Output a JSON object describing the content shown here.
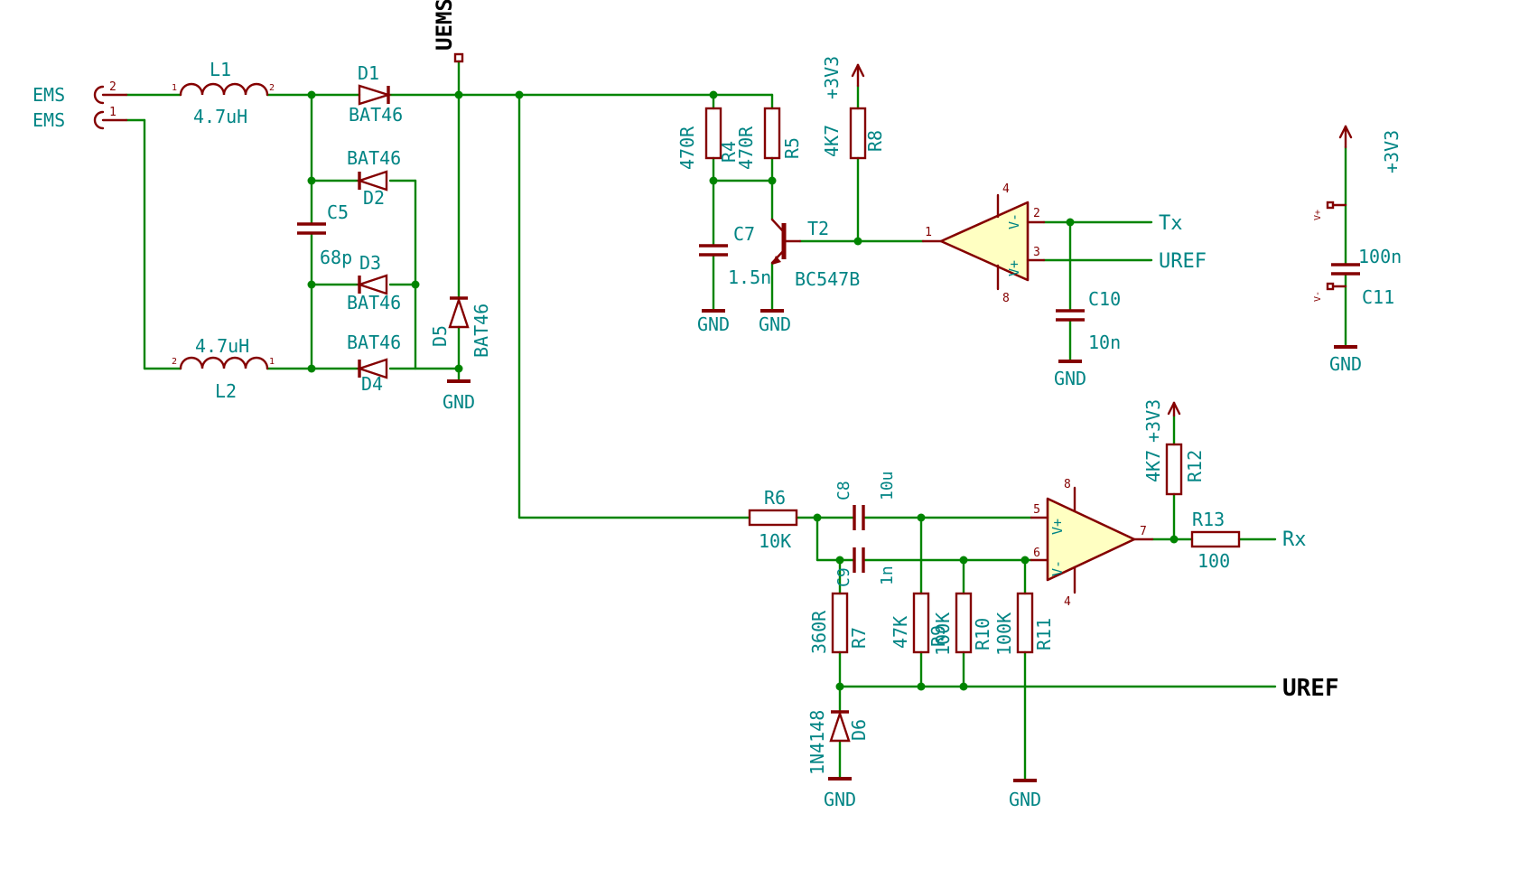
{
  "labels": {
    "uems": "UEMS",
    "uref": "UREF",
    "tx": "Tx",
    "rx": "Rx",
    "ems": "EMS",
    "rail": "+3V3",
    "gnd": "GND",
    "vplus": "V+",
    "vminus": "V-"
  },
  "connector": {
    "pin_upper": "2",
    "pin_lower": "1"
  },
  "opamp1": {
    "out": "1",
    "in_top": "2",
    "in_bottom": "3",
    "pwr_top": "4",
    "pwr_bottom": "8"
  },
  "opamp2": {
    "in_top": "5",
    "in_bottom": "6",
    "out": "7",
    "pwr_top": "8",
    "pwr_bottom": "4"
  },
  "components": {
    "L1": {
      "ref": "L1",
      "value": "4.7uH",
      "pin_left": "1",
      "pin_right": "2"
    },
    "L2": {
      "ref": "L2",
      "value": "4.7uH",
      "pin_left": "2",
      "pin_right": "1"
    },
    "D1": {
      "ref": "D1",
      "value": "BAT46"
    },
    "D2": {
      "ref": "D2",
      "value": "BAT46"
    },
    "D3": {
      "ref": "D3",
      "value": "BAT46"
    },
    "D4": {
      "ref": "D4",
      "value": "BAT46"
    },
    "D5": {
      "ref": "D5",
      "value": "BAT46"
    },
    "D6": {
      "ref": "D6",
      "value": "1N4148"
    },
    "C5": {
      "ref": "C5",
      "value": "68p"
    },
    "C7": {
      "ref": "C7",
      "value": "1.5n"
    },
    "C8": {
      "ref": "C8",
      "value": "10u"
    },
    "C9": {
      "ref": "C9",
      "value": "1n"
    },
    "C10": {
      "ref": "C10",
      "value": "10n"
    },
    "C11": {
      "ref": "C11",
      "value": "100n"
    },
    "R4": {
      "ref": "R4",
      "value": "470R"
    },
    "R5": {
      "ref": "R5",
      "value": "470R"
    },
    "R6": {
      "ref": "R6",
      "value": "10K"
    },
    "R7": {
      "ref": "R7",
      "value": "360R"
    },
    "R8": {
      "ref": "R8",
      "value": "4K7"
    },
    "R9": {
      "ref": "R9",
      "value": "47K"
    },
    "R10": {
      "ref": "R10",
      "value": "100K"
    },
    "R11": {
      "ref": "R11",
      "value": "100K"
    },
    "R12": {
      "ref": "R12",
      "value": "4K7"
    },
    "R13": {
      "ref": "R13",
      "value": "100"
    },
    "T2": {
      "ref": "T2",
      "value": "BC547B"
    }
  },
  "colors": {
    "wire": "#008400",
    "part": "#840000",
    "label": "#008484",
    "opamp_fill": "#ffffc2"
  }
}
